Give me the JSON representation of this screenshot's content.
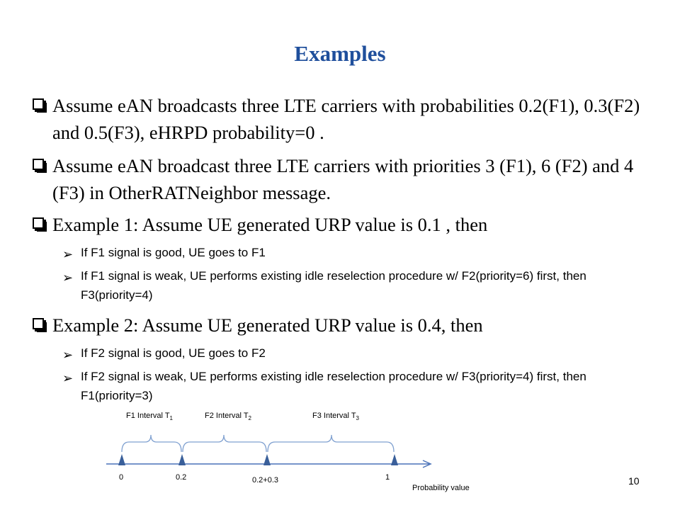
{
  "slide": {
    "title": "Examples",
    "page_number": "10"
  },
  "bullets": [
    {
      "text": "Assume eAN broadcasts three LTE carriers with probabilities 0.2(F1), 0.3(F2) and 0.5(F3), eHRPD probability=0 ."
    },
    {
      "text": "Assume eAN broadcast three LTE carriers with priorities 3 (F1), 6 (F2) and 4 (F3) in OtherRATNeighbor message."
    },
    {
      "text": "Example 1: Assume UE generated URP value is 0.1 , then",
      "sub": [
        "If F1 signal is good, UE goes to F1",
        "If F1 signal is weak, UE performs existing idle reselection procedure w/ F2(priority=6) first, then F3(priority=4)"
      ]
    },
    {
      "text": "Example 2: Assume UE generated URP value is 0.4, then",
      "sub": [
        "If F2 signal is good, UE goes to F2",
        "If F2 signal is weak, UE performs existing idle reselection procedure w/ F3(priority=4) first, then F1(priority=3)"
      ]
    }
  ],
  "diagram": {
    "intervals": [
      {
        "label": "F1 Interval T",
        "sub": "1"
      },
      {
        "label": "F2 Interval T",
        "sub": "2"
      },
      {
        "label": "F3 Interval T",
        "sub": "3"
      }
    ],
    "ticks": [
      "0",
      "0.2",
      "0.2+0.3",
      "1"
    ],
    "axis_label": "Probability value",
    "colors": {
      "axis": "#4a72b8",
      "marker": "#3a5f9a",
      "brace": "#7fa0d0"
    }
  }
}
